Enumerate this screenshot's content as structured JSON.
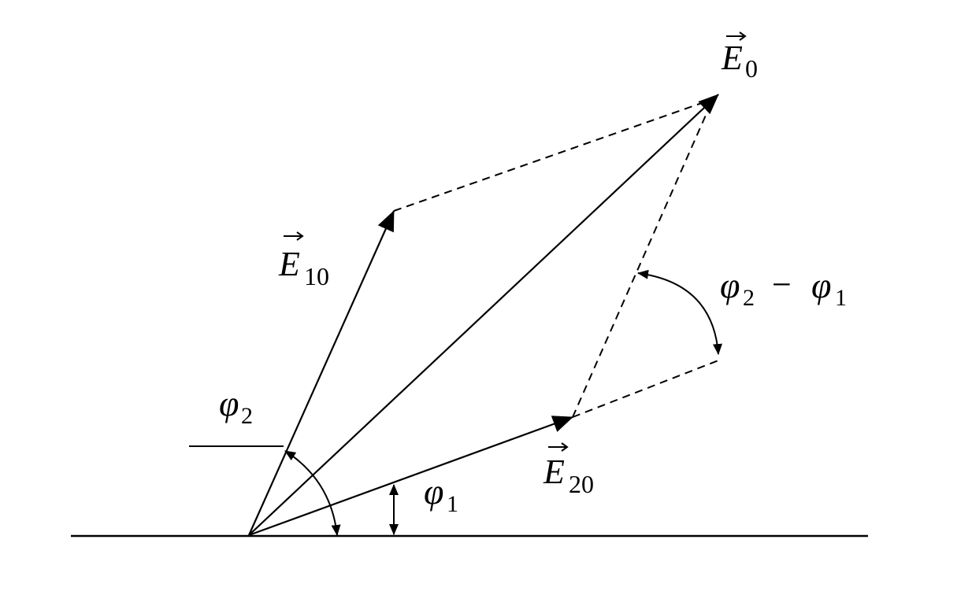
{
  "diagram": {
    "labels": {
      "E0": {
        "symbol": "E",
        "subscript": "0"
      },
      "E10": {
        "symbol": "E",
        "subscript": "10"
      },
      "E20": {
        "symbol": "E",
        "subscript": "20"
      },
      "phi2": {
        "symbol": "φ",
        "subscript": "2"
      },
      "phi1": {
        "symbol": "φ",
        "subscript": "1"
      },
      "phase_diff": {
        "left_symbol": "φ",
        "left_sub": "2",
        "operator": "−",
        "right_symbol": "φ",
        "right_sub": "1"
      }
    },
    "colors": {
      "ink": "#000000",
      "background": "#ffffff"
    }
  }
}
